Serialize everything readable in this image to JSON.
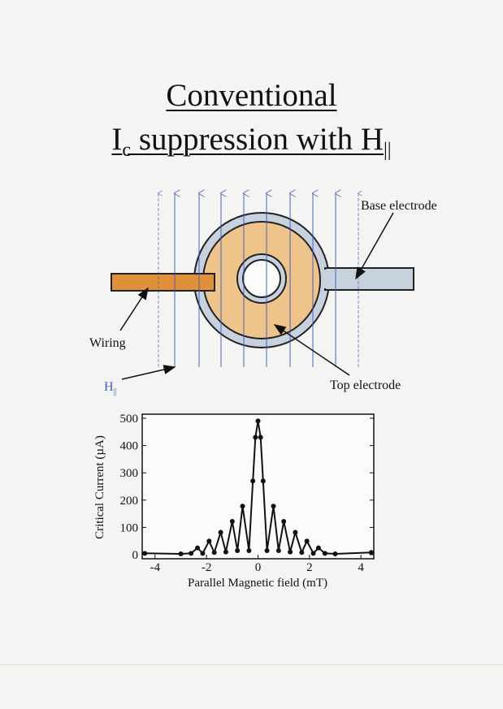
{
  "title": {
    "line1": "Conventional",
    "line2_main": "I",
    "line2_sub": "c",
    "line2_rest": " suppression with H",
    "line2_sub2": "||"
  },
  "diagram": {
    "labels": {
      "base_electrode": "Base electrode",
      "wiring": "Wiring",
      "top_electrode": "Top electrode",
      "field_main": "H",
      "field_sub": "||"
    },
    "colors": {
      "field_lines": "#3b5bc4",
      "top_electrode": "#efc48a",
      "wiring": "#e0903a",
      "base_electrode": "#c8d2de"
    }
  },
  "chart_data": {
    "type": "line",
    "xlabel": "Parallel Magnetic field (mT)",
    "ylabel": "Critical Current  (µA)",
    "xlim": [
      -4.5,
      4.5
    ],
    "ylim": [
      0,
      510
    ],
    "xticks": [
      "-4",
      "-2",
      "0",
      "2",
      "4"
    ],
    "xtick_values": [
      -4,
      -2,
      0,
      2,
      4
    ],
    "yticks": [
      "0",
      "100",
      "200",
      "300",
      "400",
      "500"
    ],
    "ytick_values": [
      0,
      100,
      200,
      300,
      400,
      500
    ],
    "series": [
      {
        "name": "Ic",
        "x": [
          -4.4,
          -3.0,
          -2.6,
          -2.35,
          -2.15,
          -1.9,
          -1.7,
          -1.45,
          -1.25,
          -1.0,
          -0.8,
          -0.6,
          -0.35,
          -0.2,
          -0.1,
          0,
          0.1,
          0.2,
          0.35,
          0.6,
          0.8,
          1.0,
          1.25,
          1.45,
          1.7,
          1.9,
          2.15,
          2.35,
          2.6,
          3.0,
          4.4
        ],
        "y": [
          5,
          3,
          5,
          25,
          5,
          50,
          8,
          82,
          10,
          122,
          15,
          178,
          15,
          270,
          430,
          490,
          430,
          270,
          15,
          178,
          15,
          122,
          10,
          82,
          8,
          50,
          5,
          25,
          5,
          3,
          8
        ]
      }
    ]
  }
}
